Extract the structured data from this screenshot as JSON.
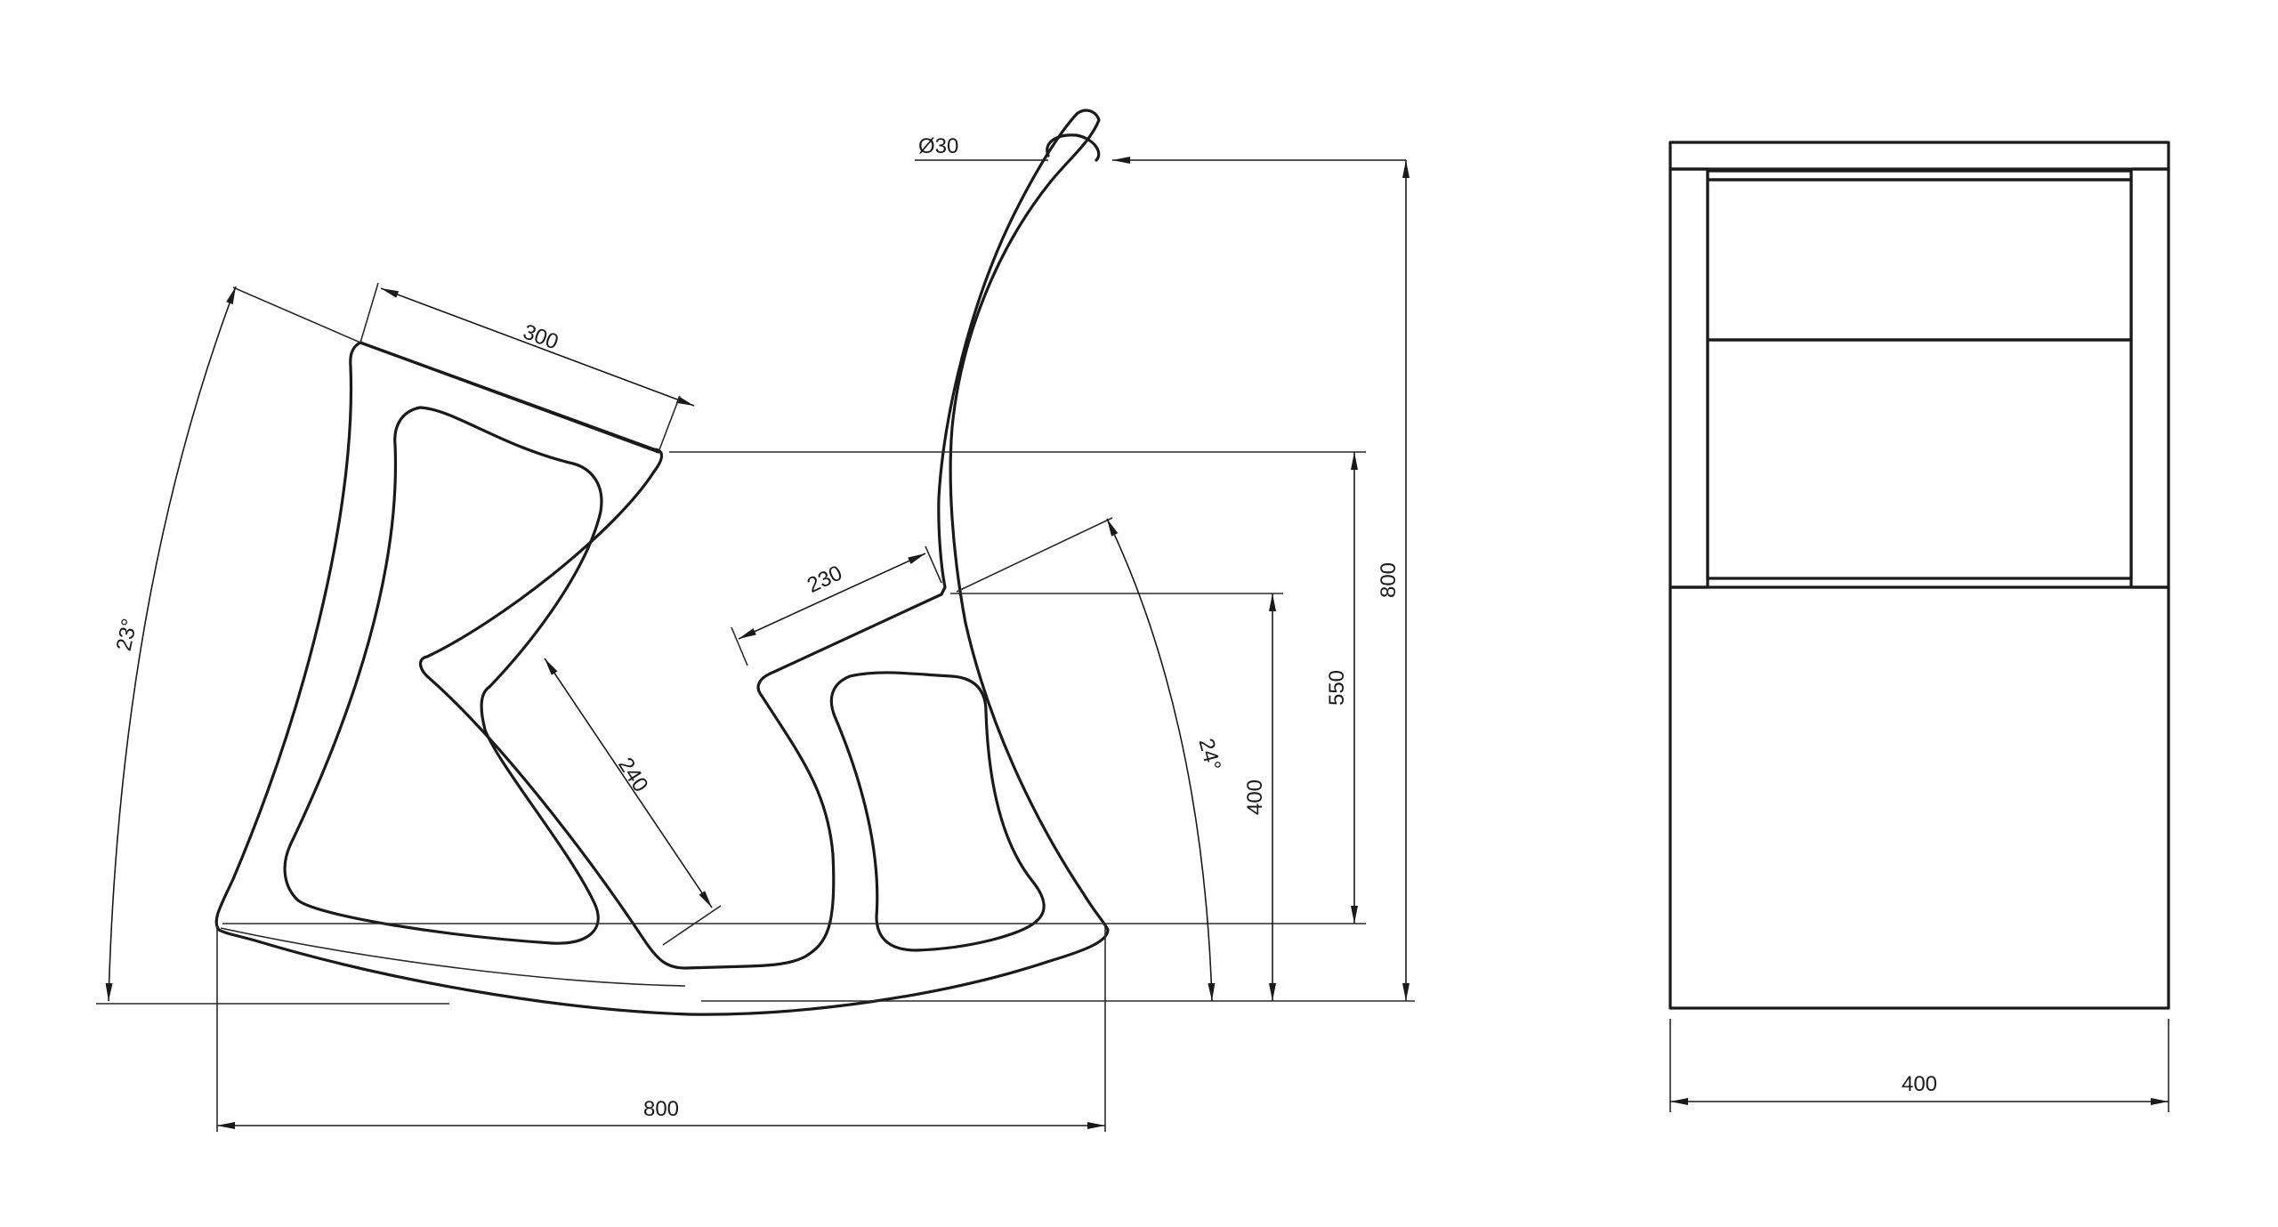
{
  "side_view": {
    "dimensions": {
      "seat_length": "300",
      "backrest_length": "230",
      "inner_strut_length": "240",
      "handle_diameter": "Ø30",
      "overall_length": "800",
      "overall_height": "800",
      "seat_height": "550",
      "backrest_base_height": "400",
      "front_angle": "23°",
      "rear_angle": "24°"
    }
  },
  "front_view": {
    "dimensions": {
      "width": "400"
    }
  },
  "colors": {
    "line": "#1a1a1a",
    "background": "#ffffff"
  }
}
